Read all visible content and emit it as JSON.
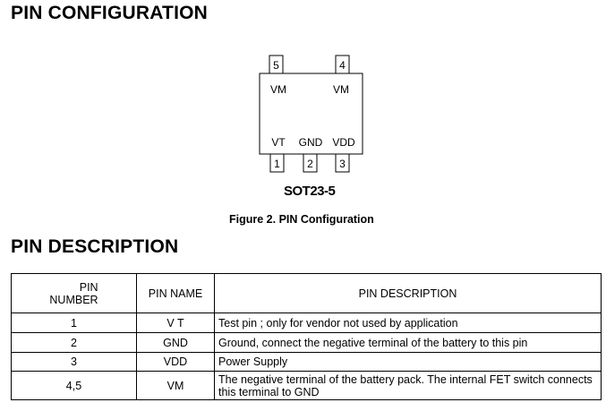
{
  "headings": {
    "pin_configuration": "PIN CONFIGURATION",
    "pin_description": "PIN DESCRIPTION"
  },
  "package": {
    "top_pins": [
      {
        "number": "5",
        "label": "VM"
      },
      {
        "number": "4",
        "label": "VM"
      }
    ],
    "bottom_pins": [
      {
        "number": "1",
        "label": "VT"
      },
      {
        "number": "2",
        "label": "GND"
      },
      {
        "number": "3",
        "label": "VDD"
      }
    ],
    "package_name": "SOT23-5",
    "figure_caption": "Figure 2.  PIN Configuration"
  },
  "table": {
    "headers": {
      "pin_number_line1": "PIN",
      "pin_number_line2": "NUMBER",
      "pin_name": "PIN NAME",
      "pin_description": "PIN DESCRIPTION"
    },
    "rows": [
      {
        "number": "1",
        "name": "V T",
        "description": "Test pin ; only for vendor not used by application"
      },
      {
        "number": "2",
        "name": "GND",
        "description": "Ground, connect the negative terminal of the battery to this pin"
      },
      {
        "number": "3",
        "name": "VDD",
        "description": "Power Supply"
      },
      {
        "number": "4,5",
        "name": "VM",
        "description": "The negative terminal of the battery pack. The internal FET switch connects this terminal to GND"
      }
    ]
  }
}
